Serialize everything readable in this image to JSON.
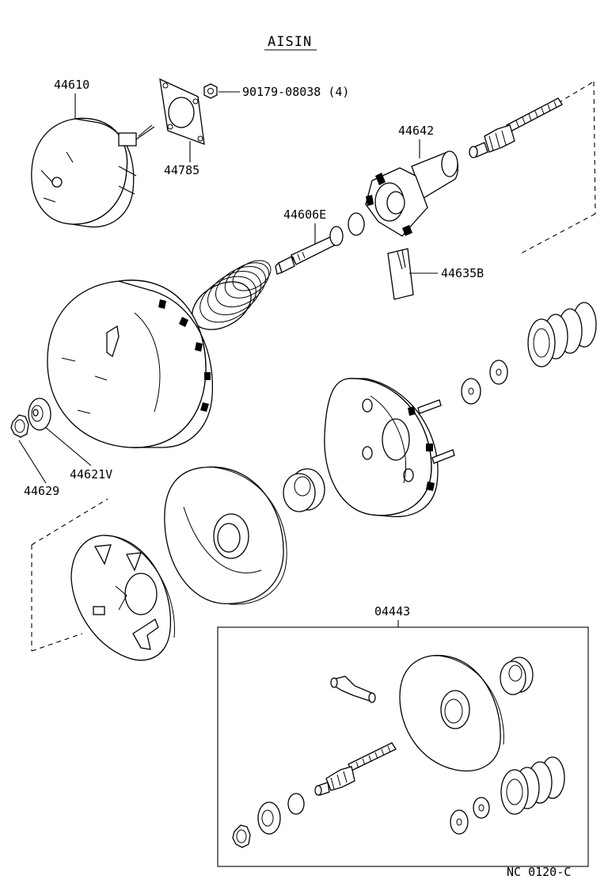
{
  "title": "AISIN",
  "footer_code": "NC  0120-C",
  "callouts": {
    "booster_assembly": "44610",
    "gasket": "44785",
    "nut": "90179-08038 (4)",
    "valve_body": "44642",
    "push_rod": "44606E",
    "key": "44635B",
    "seal": "44621V",
    "retainer": "44629",
    "kit": "04443"
  }
}
